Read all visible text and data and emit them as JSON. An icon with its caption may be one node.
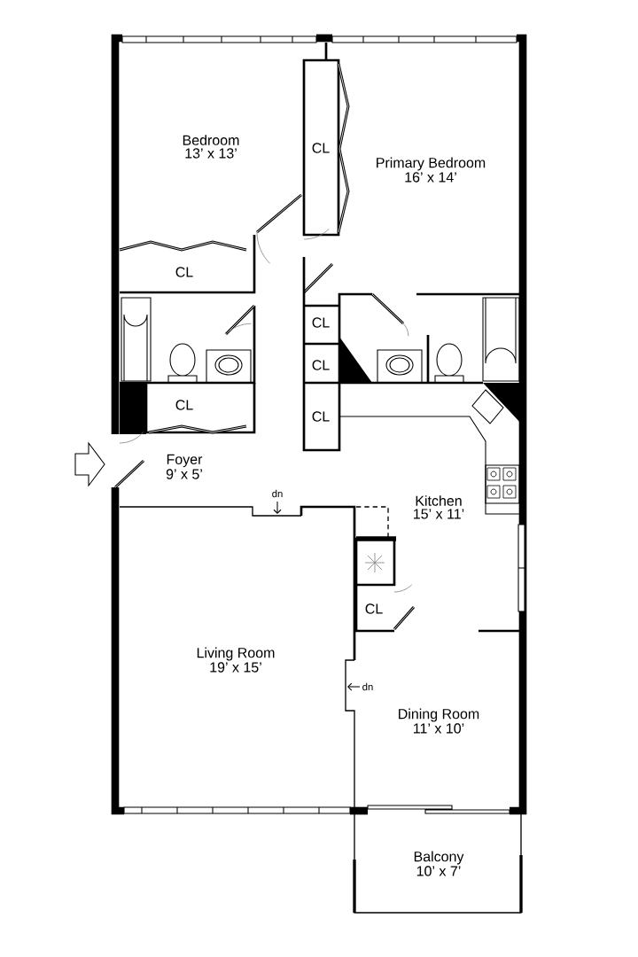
{
  "diagram": {
    "labels": [
      "Bedroom",
      "13’ x 13’",
      "CL",
      "Primary Bedroom",
      "16’ x 14’",
      "CL",
      "CL",
      "CL",
      "CL",
      "CL",
      "Foyer",
      "9’ x 5’",
      "dn",
      "Kitchen",
      "15’ x 11’",
      "CL",
      "Living Room",
      "19’ x 15’",
      "dn",
      "Dining Room",
      "11’ x 10’",
      "Balcony",
      "10’ x 7’"
    ]
  }
}
